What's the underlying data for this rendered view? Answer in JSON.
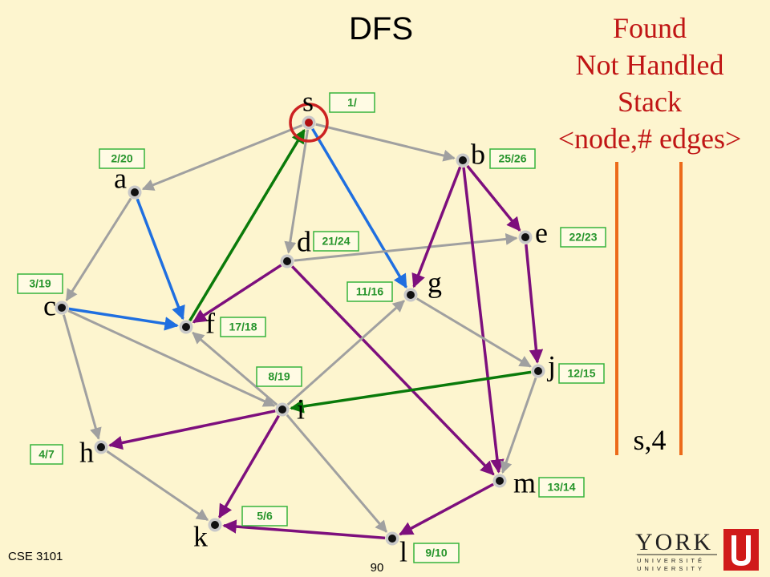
{
  "slide": {
    "title": "DFS",
    "legend": [
      "Found",
      "Not Handled",
      "Stack",
      "<node,# edges>"
    ],
    "stack_items": [
      "s,4"
    ],
    "footer": "CSE 3101",
    "page_number": "90",
    "logo": {
      "text": "YORK",
      "sub1": "UNIVERSITÉ",
      "sub2": "UNIVERSITY"
    }
  },
  "colors": {
    "background": "#fdf5cf",
    "tree_blue": "#1f6fe0",
    "tree_green": "#0a7a0a",
    "tree_purple": "#7d0f7d",
    "untraversed": "#a0a0a0",
    "label_box": "#36b33c",
    "stack_bar": "#ec6a1a",
    "highlight": "#cc2222",
    "legend_text": "#c01515"
  },
  "nodes": [
    {
      "id": "s",
      "label": "s",
      "times": "1/",
      "current": true
    },
    {
      "id": "a",
      "label": "a",
      "times": "2/20"
    },
    {
      "id": "b",
      "label": "b",
      "times": "25/26"
    },
    {
      "id": "c",
      "label": "c",
      "times": "3/19"
    },
    {
      "id": "d",
      "label": "d",
      "times": "21/24"
    },
    {
      "id": "e",
      "label": "e",
      "times": "22/23"
    },
    {
      "id": "f",
      "label": "f",
      "times": "17/18"
    },
    {
      "id": "g",
      "label": "g",
      "times": "11/16"
    },
    {
      "id": "h",
      "label": "h",
      "times": "4/7"
    },
    {
      "id": "i",
      "label": "i",
      "times": "8/19"
    },
    {
      "id": "j",
      "label": "j",
      "times": "12/15"
    },
    {
      "id": "k",
      "label": "k",
      "times": "5/6"
    },
    {
      "id": "l",
      "label": "l",
      "times": "9/10"
    },
    {
      "id": "m",
      "label": "m",
      "times": "13/14"
    }
  ],
  "edges": [
    {
      "from": "s",
      "to": "a",
      "type": "untraversed"
    },
    {
      "from": "s",
      "to": "b",
      "type": "untraversed"
    },
    {
      "from": "s",
      "to": "d",
      "type": "untraversed"
    },
    {
      "from": "s",
      "to": "g",
      "type": "blue"
    },
    {
      "from": "a",
      "to": "c",
      "type": "untraversed"
    },
    {
      "from": "a",
      "to": "f",
      "type": "blue"
    },
    {
      "from": "c",
      "to": "f",
      "type": "blue"
    },
    {
      "from": "c",
      "to": "h",
      "type": "untraversed"
    },
    {
      "from": "c",
      "to": "i",
      "type": "untraversed"
    },
    {
      "from": "f",
      "to": "s",
      "type": "green"
    },
    {
      "from": "d",
      "to": "f",
      "type": "purple"
    },
    {
      "from": "d",
      "to": "e",
      "type": "untraversed"
    },
    {
      "from": "d",
      "to": "m",
      "type": "purple"
    },
    {
      "from": "b",
      "to": "g",
      "type": "purple"
    },
    {
      "from": "b",
      "to": "e",
      "type": "purple"
    },
    {
      "from": "b",
      "to": "m",
      "type": "purple"
    },
    {
      "from": "e",
      "to": "j",
      "type": "purple"
    },
    {
      "from": "g",
      "to": "j",
      "type": "untraversed"
    },
    {
      "from": "i",
      "to": "g",
      "type": "untraversed"
    },
    {
      "from": "i",
      "to": "f",
      "type": "untraversed"
    },
    {
      "from": "i",
      "to": "h",
      "type": "purple"
    },
    {
      "from": "i",
      "to": "k",
      "type": "purple"
    },
    {
      "from": "i",
      "to": "l",
      "type": "untraversed"
    },
    {
      "from": "j",
      "to": "i",
      "type": "green"
    },
    {
      "from": "j",
      "to": "m",
      "type": "untraversed"
    },
    {
      "from": "h",
      "to": "k",
      "type": "untraversed"
    },
    {
      "from": "m",
      "to": "l",
      "type": "purple"
    },
    {
      "from": "l",
      "to": "k",
      "type": "purple"
    }
  ]
}
